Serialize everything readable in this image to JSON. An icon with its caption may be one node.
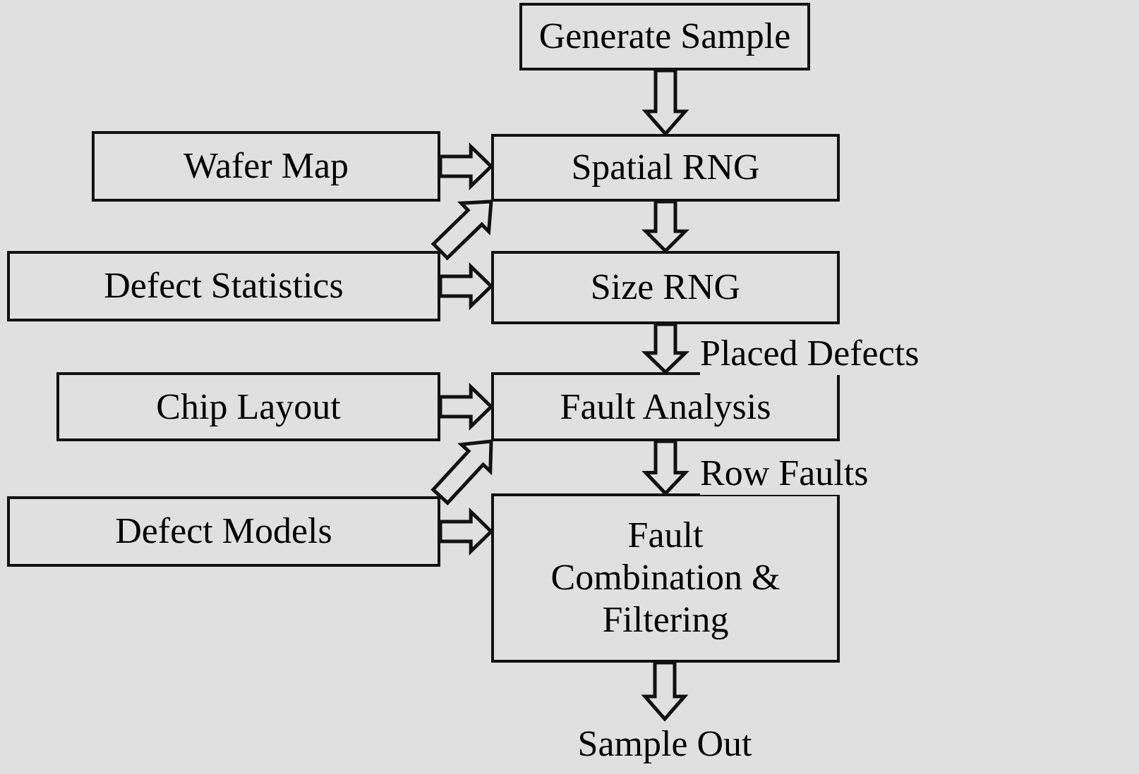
{
  "diagram": {
    "nodes": [
      {
        "text": [
          "Generate Sample"
        ]
      },
      {
        "text": [
          "Wafer Map"
        ]
      },
      {
        "text": [
          "Spatial RNG"
        ]
      },
      {
        "text": [
          "Defect Statistics"
        ]
      },
      {
        "text": [
          "Size RNG"
        ]
      },
      {
        "text": [
          "Chip Layout"
        ]
      },
      {
        "text": [
          "Fault Analysis"
        ]
      },
      {
        "text": [
          "Defect Models"
        ]
      },
      {
        "text": [
          "Fault Combination & Filtering"
        ]
      },
      {
        "text": [
          "Sample Out"
        ]
      }
    ],
    "edges": [
      {
        "from": 0,
        "to": 2,
        "arrow": "to"
      },
      {
        "from": 1,
        "to": 2,
        "arrow": "to"
      },
      {
        "from": 3,
        "to": 2,
        "arrow": "to"
      },
      {
        "from": 3,
        "to": 4,
        "arrow": "to"
      },
      {
        "from": 2,
        "to": 4,
        "arrow": "to"
      },
      {
        "from": 4,
        "to": 6,
        "arrow": "to",
        "label": "Placed Defects"
      },
      {
        "from": 5,
        "to": 6,
        "arrow": "to"
      },
      {
        "from": 7,
        "to": 6,
        "arrow": "to"
      },
      {
        "from": 6,
        "to": 8,
        "arrow": "to",
        "label": "Row Faults"
      },
      {
        "from": 7,
        "to": 8,
        "arrow": "to"
      },
      {
        "from": 8,
        "to": 9,
        "arrow": "to"
      }
    ]
  }
}
